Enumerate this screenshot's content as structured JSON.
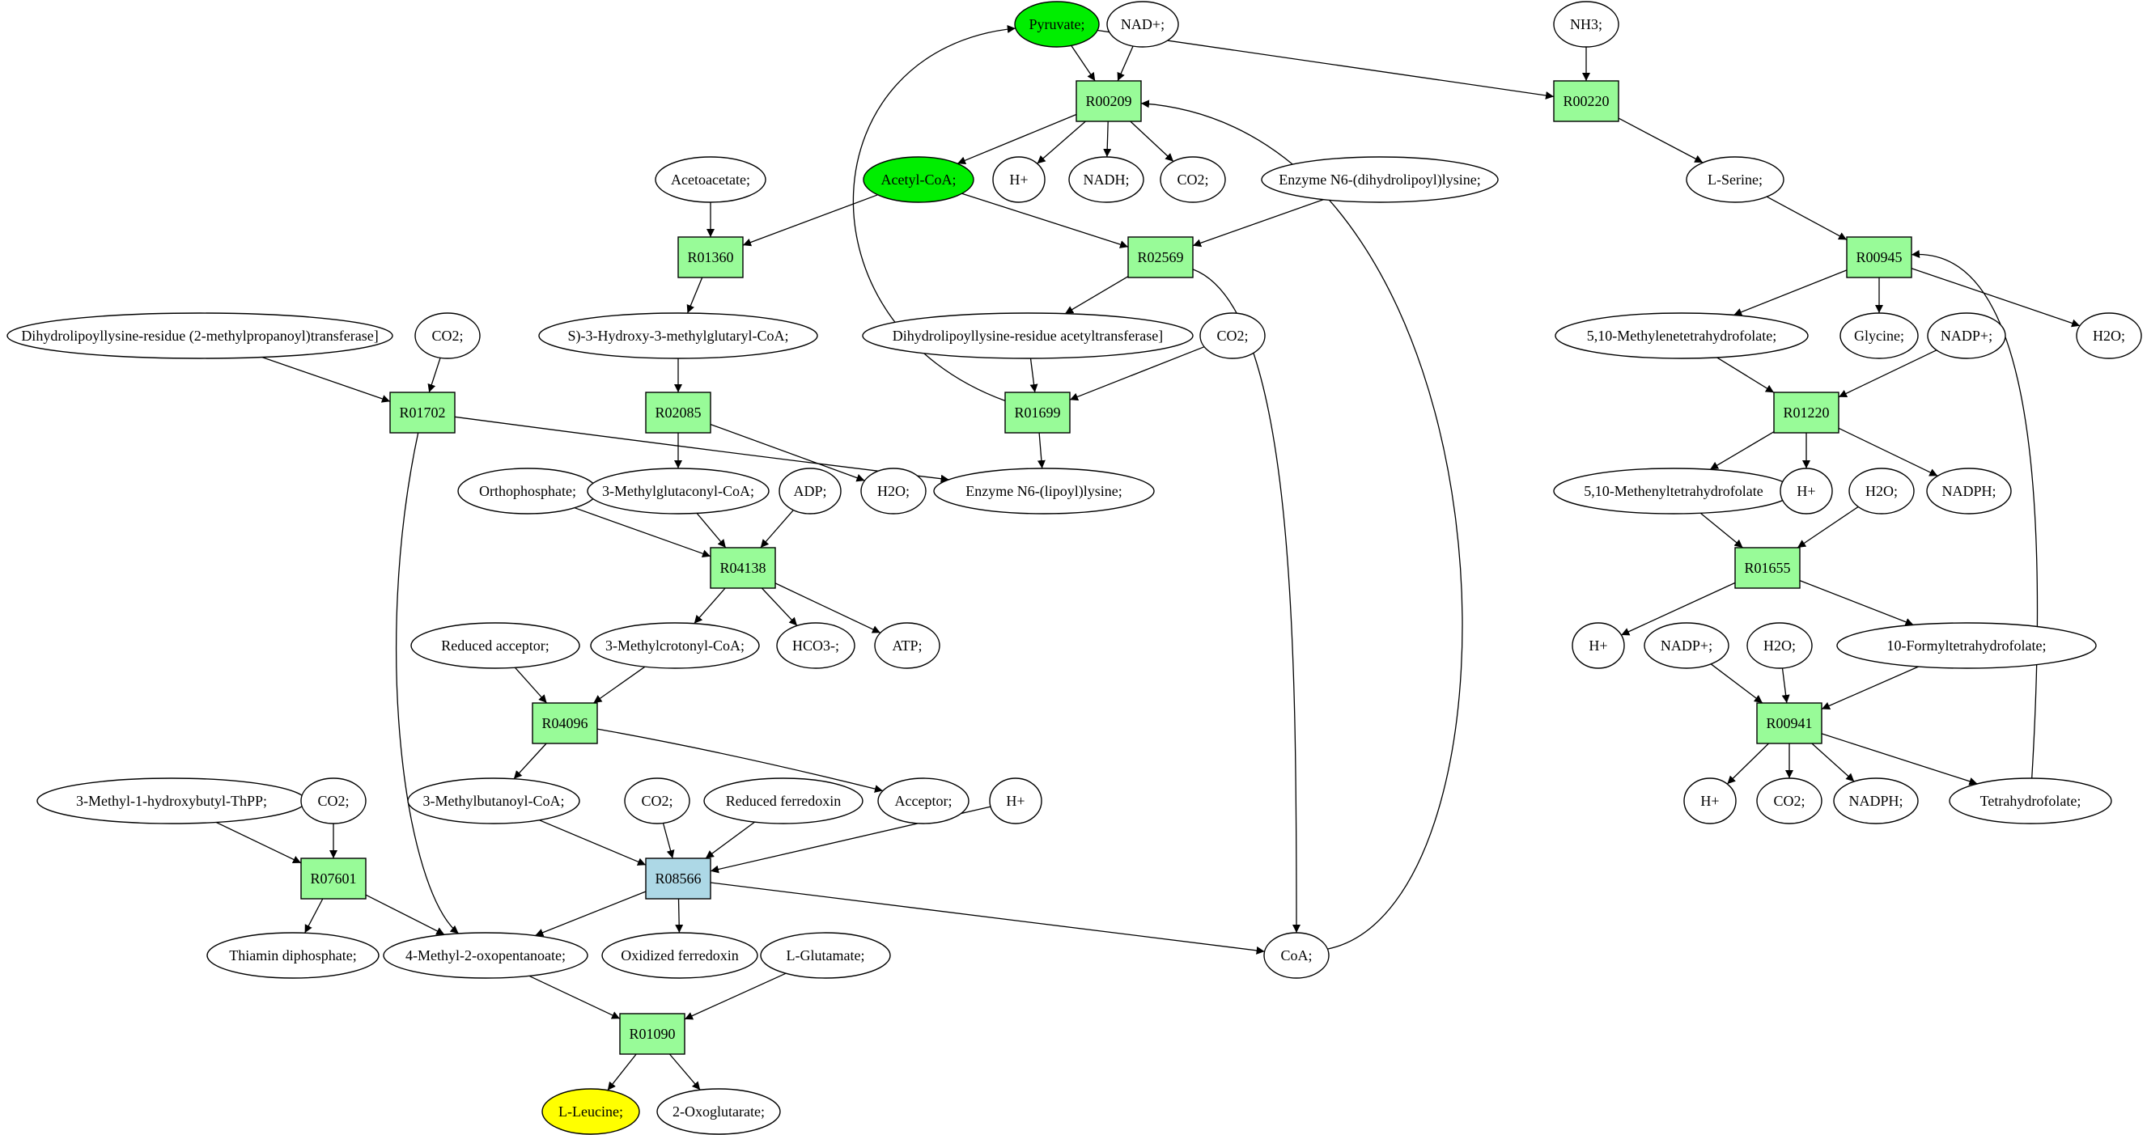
{
  "colors": {
    "reaction": "#98fb98",
    "reaction_highlight": "#add8e6",
    "compound": "#ffffff",
    "compound_source": "#00ee00",
    "compound_target": "#ffff00",
    "stroke": "#000000"
  },
  "compounds": {
    "pyruvate": "Pyruvate;",
    "nad": "NAD+;",
    "nh3": "NH3;",
    "h_plus_1": "H+",
    "nadh": "NADH;",
    "co2_1": "CO2;",
    "acetoacetate": "Acetoacetate;",
    "acetyl_coa": "Acetyl-CoA;",
    "enzyme_dihydrolipoyl_lysine": "Enzyme N6-(dihydrolipoyl)lysine;",
    "l_serine": "L-Serine;",
    "dihydrolipoyl_methylpropanoyl": "Dihydrolipoyllysine-residue (2-methylpropanoyl)transferase]",
    "co2_2": "CO2;",
    "hydroxy_methylglutaryl_coa": "S)-3-Hydroxy-3-methylglutaryl-CoA;",
    "dihydrolipoyl_acetyltransferase": "Dihydrolipoyllysine-residue acetyltransferase]",
    "co2_3": "CO2;",
    "methylenetetrahydrofolate": "5,10-Methylenetetrahydrofolate;",
    "glycine": "Glycine;",
    "nadp_1": "NADP+;",
    "h2o_1": "H2O;",
    "orthophosphate": "Orthophosphate;",
    "methylglutaconyl_coa": "3-Methylglutaconyl-CoA;",
    "adp": "ADP;",
    "h2o_2": "H2O;",
    "enzyme_lipoyl_lysine": "Enzyme N6-(lipoyl)lysine;",
    "methenyltetrahydrofolate": "5,10-Methenyltetrahydrofolate",
    "h_plus_2": "H+",
    "h2o_3": "H2O;",
    "nadph_1": "NADPH;",
    "reduced_acceptor": "Reduced acceptor;",
    "methylcrotonyl_coa": "3-Methylcrotonyl-CoA;",
    "hco3": "HCO3-;",
    "atp": "ATP;",
    "h_plus_3": "H+",
    "nadp_2": "NADP+;",
    "h2o_4": "H2O;",
    "formyltetrahydrofolate": "10-Formyltetrahydrofolate;",
    "methyl_hydroxybutyl_thpp": "3-Methyl-1-hydroxybutyl-ThPP;",
    "co2_4": "CO2;",
    "methylbutanoyl_coa": "3-Methylbutanoyl-CoA;",
    "co2_5": "CO2;",
    "reduced_ferredoxin": "Reduced ferredoxin",
    "acceptor": "Acceptor;",
    "h_plus_4": "H+",
    "h_plus_5": "H+",
    "co2_6": "CO2;",
    "nadph_2": "NADPH;",
    "tetrahydrofolate": "Tetrahydrofolate;",
    "thiamin_diphosphate": "Thiamin diphosphate;",
    "methyl_oxopentanoate": "4-Methyl-2-oxopentanoate;",
    "oxidized_ferredoxin": "Oxidized ferredoxin",
    "l_glutamate": "L-Glutamate;",
    "coa": "CoA;",
    "l_leucine": "L-Leucine;",
    "oxoglutarate": "2-Oxoglutarate;"
  },
  "reactions": {
    "r00209": "R00209",
    "r00220": "R00220",
    "r01360": "R01360",
    "r02569": "R02569",
    "r00945": "R00945",
    "r01702": "R01702",
    "r02085": "R02085",
    "r01699": "R01699",
    "r01220": "R01220",
    "r04138": "R04138",
    "r01655": "R01655",
    "r04096": "R04096",
    "r00941": "R00941",
    "r07601": "R07601",
    "r08566": "R08566",
    "r01090": "R01090"
  }
}
